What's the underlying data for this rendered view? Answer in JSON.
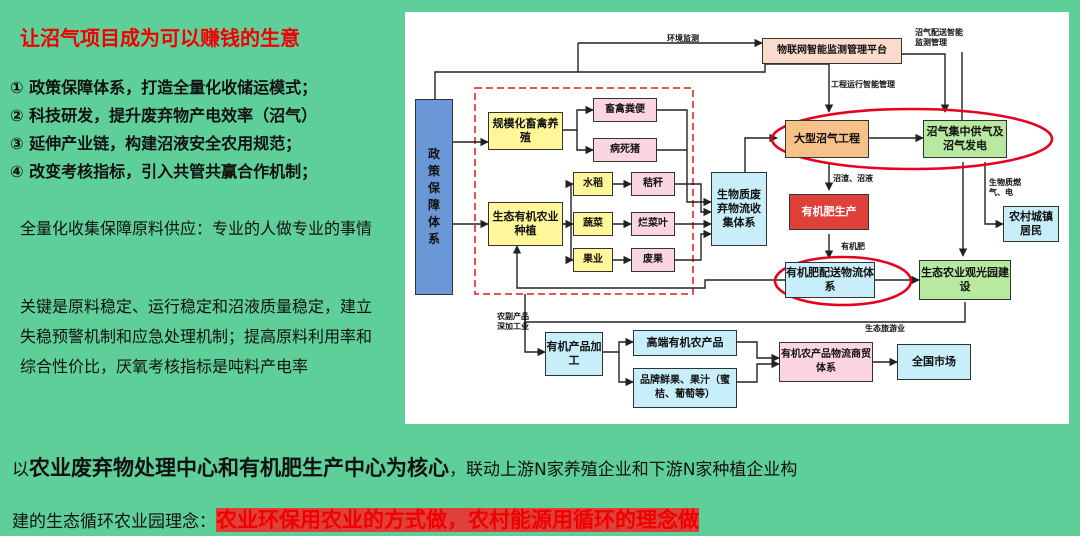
{
  "left": {
    "title": "让沼气项目成为可以赚钱的生意",
    "points": [
      "① 政策保障体系，打造全量化收储运模式；",
      "② 科技研发，提升废弃物产电效率（沼气）",
      "③ 延伸产业链，构建沼液安全农用规范；",
      "④ 改变考核指标，引入共管共赢合作机制；"
    ],
    "section1_head": "全量化收集保障原料供应：",
    "section1_body": "专业的人做专业的事情",
    "section2": "关键是原料稳定、运行稳定和沼液质量稳定，建立失稳预警机制和应急处理机制；提高原料利用率和综合性价比，厌氧考核指标是吨料产电率"
  },
  "bottom": {
    "line1_pre": "以",
    "line1_bold": "农业废弃物处理中心和有机肥生产中心为核心",
    "line1_post": "，联动上游N家养殖企业和下游N家种植企业构",
    "line2_pre": "建的生态循环农业园理念：",
    "line2_red": "农业环保用农业的方式做，农村能源用循环的理念做"
  },
  "diagram": {
    "policy": "政策保障体系",
    "iot": "物联网智能监测管理平台",
    "livestock": "规模化畜禽养殖",
    "manure": "畜禽粪便",
    "dead": "病死猪",
    "eco_ag": "生态有机农业种植",
    "rice": "水稻",
    "straw": "秸秆",
    "veg": "蔬菜",
    "rotten_leaf": "烂菜叶",
    "fruit": "果业",
    "waste_fruit": "废果",
    "collection": "生物质废弃物流收集体系",
    "biogas_project": "大型沼气工程",
    "central_supply": "沼气集中供气及沼气发电",
    "fertilizer": "有机肥生产",
    "delivery": "有机肥配送物流体系",
    "rural": "农村城镇居民",
    "eco_park": "生态农业观光园建设",
    "processing": "有机产品加工",
    "high_end": "高端有机农产品",
    "brand": "品牌鲜果、果汁（蜜桔、葡萄等）",
    "logistics": "有机农产品物流商贸体系",
    "market": "全国市场",
    "lbl_env": "环境监测",
    "lbl_smart": "沼气配送智能监测管理",
    "lbl_ops": "工程运行智能管理",
    "lbl_slurry": "沼渣、沼液",
    "lbl_organic": "有机肥",
    "lbl_gas": "生物质燃气、电",
    "lbl_agri": "农副产品深加工业",
    "lbl_tour": "生态旅游业"
  }
}
